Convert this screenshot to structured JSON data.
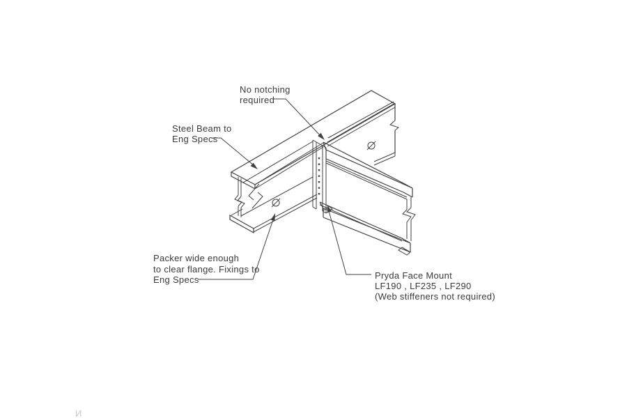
{
  "labels": {
    "no_notching": {
      "line1": "No notching",
      "line2": "required"
    },
    "steel_beam": {
      "line1": "Steel Beam to",
      "line2": "Eng Specs"
    },
    "packer": {
      "line1": "Packer wide enough",
      "line2": "to clear flange. Fixings to",
      "line3": "Eng Specs"
    },
    "pryda": {
      "line1": "Pryda Face Mount",
      "line2": "LF190 , LF235 , LF290",
      "line3": "(Web stiffeners not required)"
    }
  },
  "watermark": "И",
  "colors": {
    "line": "#404040",
    "text": "#3a3a3a",
    "background": "#ffffff",
    "watermark": "#c9c9cd"
  }
}
